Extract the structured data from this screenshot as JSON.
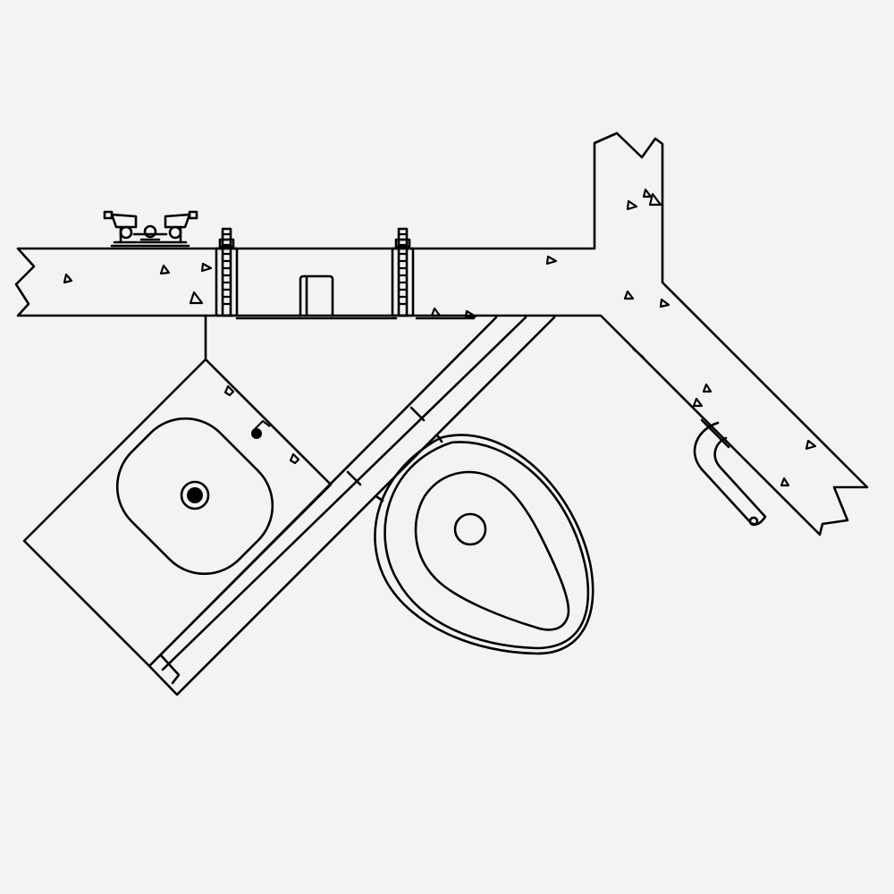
{
  "colors": {
    "background": "#f3f3f3",
    "stroke": "#000000"
  },
  "elements": [
    "concrete-wall",
    "wash-basin",
    "toilet-bowl",
    "grab-bar",
    "faucet",
    "anchor-bolts"
  ]
}
